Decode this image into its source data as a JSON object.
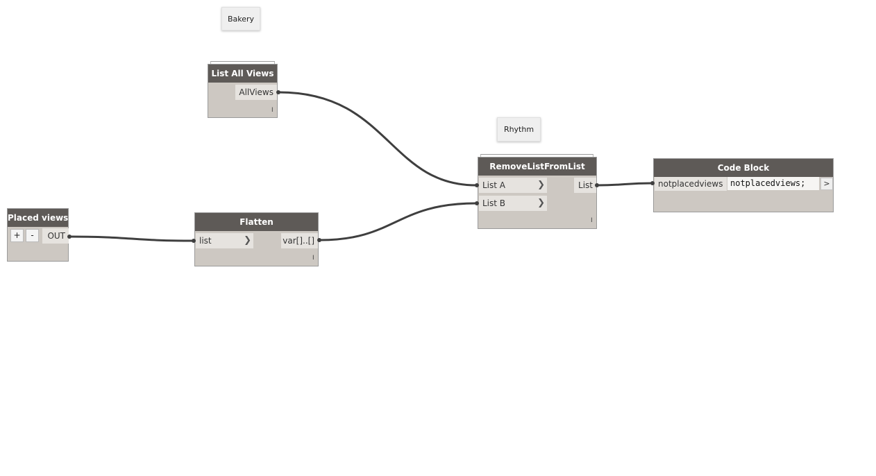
{
  "canvas": {
    "tags": {
      "bakery": "Bakery",
      "rhythm": "Rhythm"
    },
    "nodes": {
      "list_all_views": {
        "title": "List All Views",
        "outputs": [
          "AllViews"
        ],
        "lacing": "I"
      },
      "placed_views": {
        "title": "Placed views",
        "add_label": "+",
        "remove_label": "-",
        "outputs": [
          "OUT"
        ]
      },
      "flatten": {
        "title": "Flatten",
        "inputs": [
          "list"
        ],
        "outputs": [
          "var[]..[]"
        ],
        "lacing": "I"
      },
      "remove_list_from_list": {
        "title": "RemoveListFromList",
        "inputs": [
          "List A",
          "List B"
        ],
        "outputs": [
          "List"
        ],
        "lacing": "I"
      },
      "code_block": {
        "title": "Code Block",
        "inputs": [
          "notplacedviews"
        ],
        "code": "notplacedviews;",
        "expand_label": ">"
      }
    },
    "icons": {
      "input_chevron": "chevron-right-icon",
      "port_pin": "port-pin-icon"
    },
    "colors": {
      "header": "#5e5a57",
      "node_body": "#cdc8c2",
      "port": "#e6e3df",
      "wire": "#3f3f3f",
      "tag": "#efefef"
    }
  }
}
